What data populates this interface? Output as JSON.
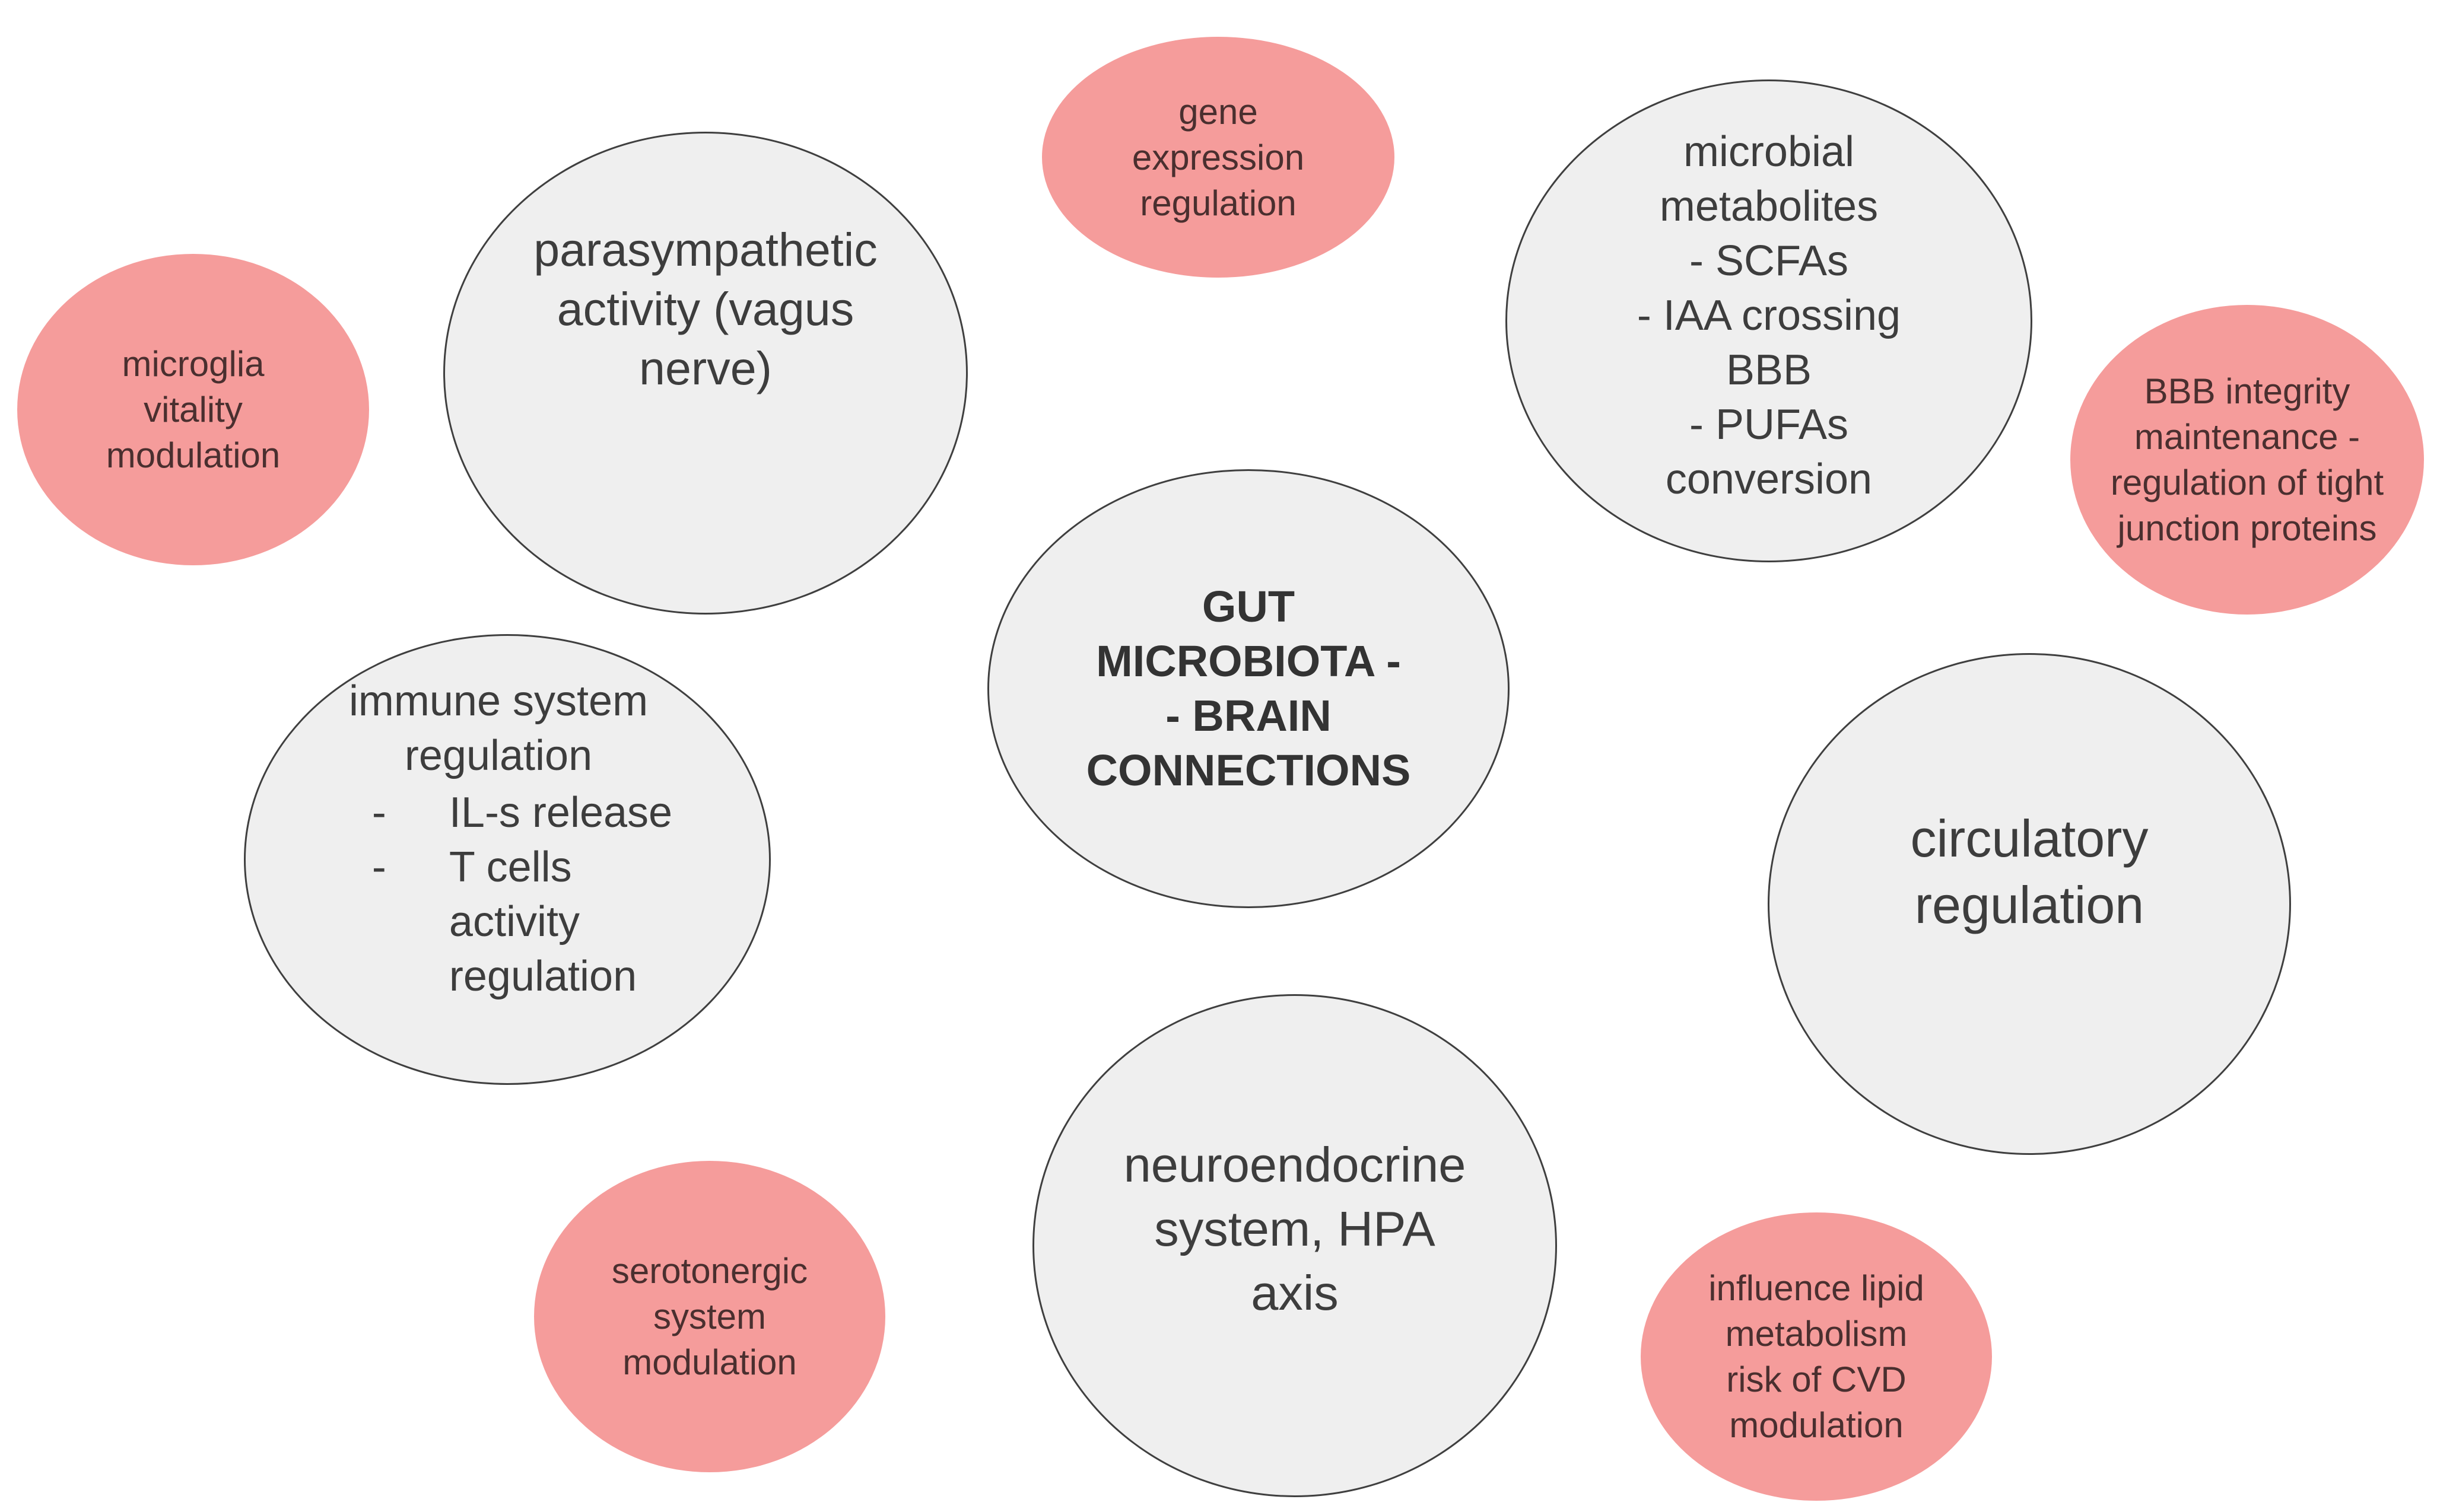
{
  "center": {
    "lines": [
      "GUT",
      "MICROBIOTA -",
      "- BRAIN",
      "CONNECTIONS"
    ]
  },
  "nodes": {
    "gene_expression": {
      "lines": [
        "gene",
        "expression",
        "regulation"
      ]
    },
    "parasympathetic": {
      "lines": [
        "parasympathetic",
        "activity (vagus",
        "nerve)"
      ]
    },
    "microbial_metabolites": {
      "lines": [
        "microbial",
        "metabolites",
        "- SCFAs",
        "- IAA crossing",
        "BBB",
        "- PUFAs",
        "conversion"
      ]
    },
    "microglia": {
      "lines": [
        "microglia",
        "vitality",
        "modulation"
      ]
    },
    "bbb_integrity": {
      "lines": [
        "BBB integrity",
        "maintenance -",
        "regulation of tight",
        "junction proteins"
      ]
    },
    "immune_system": {
      "title_lines": [
        "immune system",
        "regulation"
      ],
      "bullets": [
        {
          "dash": "-",
          "lines": [
            "IL-s release"
          ]
        },
        {
          "dash": "-",
          "lines": [
            "T cells",
            "activity",
            "regulation"
          ]
        }
      ]
    },
    "circulatory": {
      "lines": [
        "circulatory",
        "regulation"
      ]
    },
    "neuroendocrine": {
      "lines": [
        "neuroendocrine",
        "system, HPA",
        "axis"
      ]
    },
    "serotonergic": {
      "lines": [
        "serotonergic",
        "system",
        "modulation"
      ]
    },
    "lipid": {
      "lines": [
        "influence lipid",
        "metabolism",
        "risk of CVD",
        "modulation"
      ]
    }
  },
  "colors": {
    "grey_fill": "#efefef",
    "grey_stroke": "#3f3f3f",
    "pink_fill": "#f59c9b"
  }
}
